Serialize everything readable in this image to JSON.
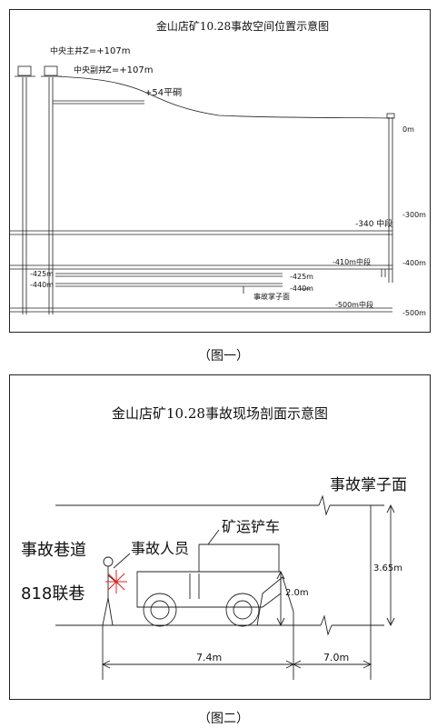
{
  "figure1": {
    "title": "金山店矿10.28事故空间位置示意图",
    "caption": "（图一）",
    "labels": {
      "main_shaft": "中央主井",
      "main_elev": "Z=+107m",
      "aux_shaft": "中央副井",
      "aux_elev": "Z=+107m",
      "adit": "+54平硐",
      "zero": "0m",
      "level340_left": "-340 中段",
      "level340_right": "-300m",
      "level410_left": "-410m中段",
      "level410_right": "-400m",
      "level425_left": "-425m",
      "level425_mid": "-425m",
      "level440_left": "-440m",
      "level440_mid": "-440m",
      "accident_face": "事故掌子面",
      "level500_left": "-500m中段",
      "level500_right": "-500m"
    }
  },
  "figure2": {
    "title": "金山店矿10.28事故现场剖面示意图",
    "caption": "（图二）",
    "labels": {
      "accident_face": "事故掌子面",
      "personnel": "事故人员",
      "vehicle": "矿运铲车",
      "tunnel_line1": "事故巷道",
      "tunnel_line2": "818联巷",
      "vehicle_height": "2.0m",
      "tunnel_height": "3.65m",
      "dim_left": "7.4m",
      "dim_right": "7.0m"
    }
  },
  "colors": {
    "line": "#222222",
    "accent": "#e02020"
  }
}
